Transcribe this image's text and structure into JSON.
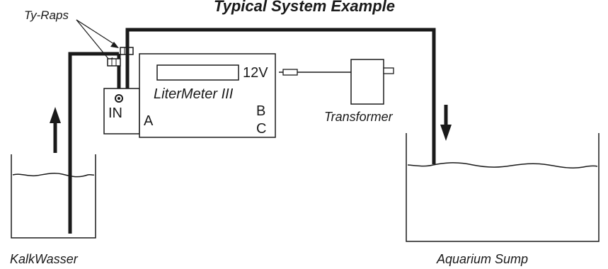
{
  "title": "Typical System Example",
  "labels": {
    "ty_raps": "Ty-Raps",
    "device": "LiterMeter III",
    "voltage": "12V",
    "in_port": "IN",
    "port_a": "A",
    "port_b": "B",
    "port_c": "C",
    "transformer": "Transformer",
    "kalkwasser": "KalkWasser",
    "sump": "Aquarium Sump"
  }
}
